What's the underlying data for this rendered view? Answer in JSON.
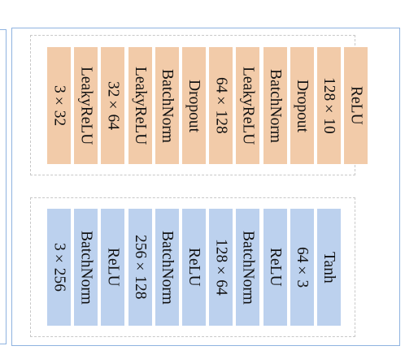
{
  "encoder": {
    "layers": [
      "3×32",
      "LeakyReLU",
      "32×64",
      "LeakyReLU",
      "BatchNorm",
      "Dropout",
      "64×128",
      "LeakyReLU",
      "BatchNorm",
      "Dropout",
      "128×10",
      "ReLU"
    ]
  },
  "decoder": {
    "layers": [
      "3×256",
      "BatchNorm",
      "ReLU",
      "256×128",
      "BatchNorm",
      "ReLU",
      "128×64",
      "BatchNorm",
      "ReLU",
      "64×3",
      "Tanh"
    ]
  },
  "colors": {
    "encoder_block": "#f2cba9",
    "decoder_block": "#bcd1ee",
    "panel_border": "#8fb3e0",
    "dashed_border": "#c8c8c8"
  }
}
